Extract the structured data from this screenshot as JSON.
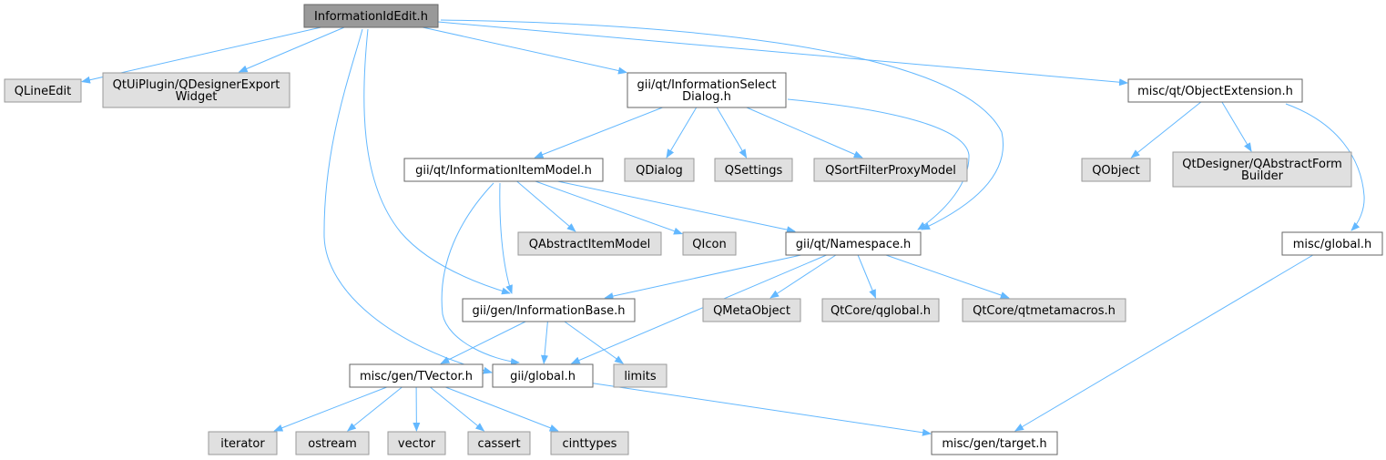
{
  "colors": {
    "root_fill": "#999999",
    "root_stroke": "#666666",
    "project_fill": "#ffffff",
    "project_stroke": "#666666",
    "external_fill": "#e0e0e0",
    "external_stroke": "#999999",
    "edge": "#63b8ff"
  },
  "nodes": [
    {
      "id": "root",
      "kind": "root",
      "lines": [
        "InformationIdEdit.h"
      ]
    },
    {
      "id": "qlineedit",
      "kind": "external",
      "lines": [
        "QLineEdit"
      ]
    },
    {
      "id": "qdesignerexport",
      "kind": "external",
      "lines": [
        "QtUiPlugin/QDesignerExport",
        "Widget"
      ]
    },
    {
      "id": "infoselect",
      "kind": "project",
      "lines": [
        "gii/qt/InformationSelect",
        "Dialog.h"
      ]
    },
    {
      "id": "objext",
      "kind": "project",
      "lines": [
        "misc/qt/ObjectExtension.h"
      ]
    },
    {
      "id": "itemmodel",
      "kind": "project",
      "lines": [
        "gii/qt/InformationItemModel.h"
      ]
    },
    {
      "id": "qdialog",
      "kind": "external",
      "lines": [
        "QDialog"
      ]
    },
    {
      "id": "qsettings",
      "kind": "external",
      "lines": [
        "QSettings"
      ]
    },
    {
      "id": "qsortfilter",
      "kind": "external",
      "lines": [
        "QSortFilterProxyModel"
      ]
    },
    {
      "id": "qobject",
      "kind": "external",
      "lines": [
        "QObject"
      ]
    },
    {
      "id": "qabstractform",
      "kind": "external",
      "lines": [
        "QtDesigner/QAbstractForm",
        "Builder"
      ]
    },
    {
      "id": "qabstractitem",
      "kind": "external",
      "lines": [
        "QAbstractItemModel"
      ]
    },
    {
      "id": "qicon",
      "kind": "external",
      "lines": [
        "QIcon"
      ]
    },
    {
      "id": "namespace",
      "kind": "project",
      "lines": [
        "gii/qt/Namespace.h"
      ]
    },
    {
      "id": "miscglobal",
      "kind": "project",
      "lines": [
        "misc/global.h"
      ]
    },
    {
      "id": "infobase",
      "kind": "project",
      "lines": [
        "gii/gen/InformationBase.h"
      ]
    },
    {
      "id": "qmetaobject",
      "kind": "external",
      "lines": [
        "QMetaObject"
      ]
    },
    {
      "id": "qglobal",
      "kind": "external",
      "lines": [
        "QtCore/qglobal.h"
      ]
    },
    {
      "id": "qtmetamacros",
      "kind": "external",
      "lines": [
        "QtCore/qtmetamacros.h"
      ]
    },
    {
      "id": "tvector",
      "kind": "project",
      "lines": [
        "misc/gen/TVector.h"
      ]
    },
    {
      "id": "giiglobal",
      "kind": "project",
      "lines": [
        "gii/global.h"
      ]
    },
    {
      "id": "limits",
      "kind": "external",
      "lines": [
        "limits"
      ]
    },
    {
      "id": "iterator",
      "kind": "external",
      "lines": [
        "iterator"
      ]
    },
    {
      "id": "ostream",
      "kind": "external",
      "lines": [
        "ostream"
      ]
    },
    {
      "id": "vector",
      "kind": "external",
      "lines": [
        "vector"
      ]
    },
    {
      "id": "cassert",
      "kind": "external",
      "lines": [
        "cassert"
      ]
    },
    {
      "id": "cinttypes",
      "kind": "external",
      "lines": [
        "cinttypes"
      ]
    },
    {
      "id": "target",
      "kind": "project",
      "lines": [
        "misc/gen/target.h"
      ]
    }
  ],
  "edges": [
    {
      "from": "root",
      "to": "qlineedit"
    },
    {
      "from": "root",
      "to": "qdesignerexport"
    },
    {
      "from": "root",
      "to": "infoselect"
    },
    {
      "from": "root",
      "to": "objext"
    },
    {
      "from": "root",
      "to": "namespace"
    },
    {
      "from": "root",
      "to": "infobase"
    },
    {
      "from": "root",
      "to": "giiglobal"
    },
    {
      "from": "infoselect",
      "to": "itemmodel"
    },
    {
      "from": "infoselect",
      "to": "qdialog"
    },
    {
      "from": "infoselect",
      "to": "qsettings"
    },
    {
      "from": "infoselect",
      "to": "qsortfilter"
    },
    {
      "from": "infoselect",
      "to": "namespace"
    },
    {
      "from": "objext",
      "to": "qobject"
    },
    {
      "from": "objext",
      "to": "qabstractform"
    },
    {
      "from": "objext",
      "to": "miscglobal"
    },
    {
      "from": "itemmodel",
      "to": "qabstractitem"
    },
    {
      "from": "itemmodel",
      "to": "qicon"
    },
    {
      "from": "itemmodel",
      "to": "namespace"
    },
    {
      "from": "itemmodel",
      "to": "infobase"
    },
    {
      "from": "itemmodel",
      "to": "giiglobal"
    },
    {
      "from": "namespace",
      "to": "infobase"
    },
    {
      "from": "namespace",
      "to": "qmetaobject"
    },
    {
      "from": "namespace",
      "to": "qglobal"
    },
    {
      "from": "namespace",
      "to": "qtmetamacros"
    },
    {
      "from": "namespace",
      "to": "giiglobal"
    },
    {
      "from": "miscglobal",
      "to": "target"
    },
    {
      "from": "infobase",
      "to": "tvector"
    },
    {
      "from": "infobase",
      "to": "giiglobal"
    },
    {
      "from": "infobase",
      "to": "limits"
    },
    {
      "from": "tvector",
      "to": "iterator"
    },
    {
      "from": "tvector",
      "to": "ostream"
    },
    {
      "from": "tvector",
      "to": "vector"
    },
    {
      "from": "tvector",
      "to": "cassert"
    },
    {
      "from": "tvector",
      "to": "cinttypes"
    },
    {
      "from": "giiglobal",
      "to": "target"
    }
  ]
}
